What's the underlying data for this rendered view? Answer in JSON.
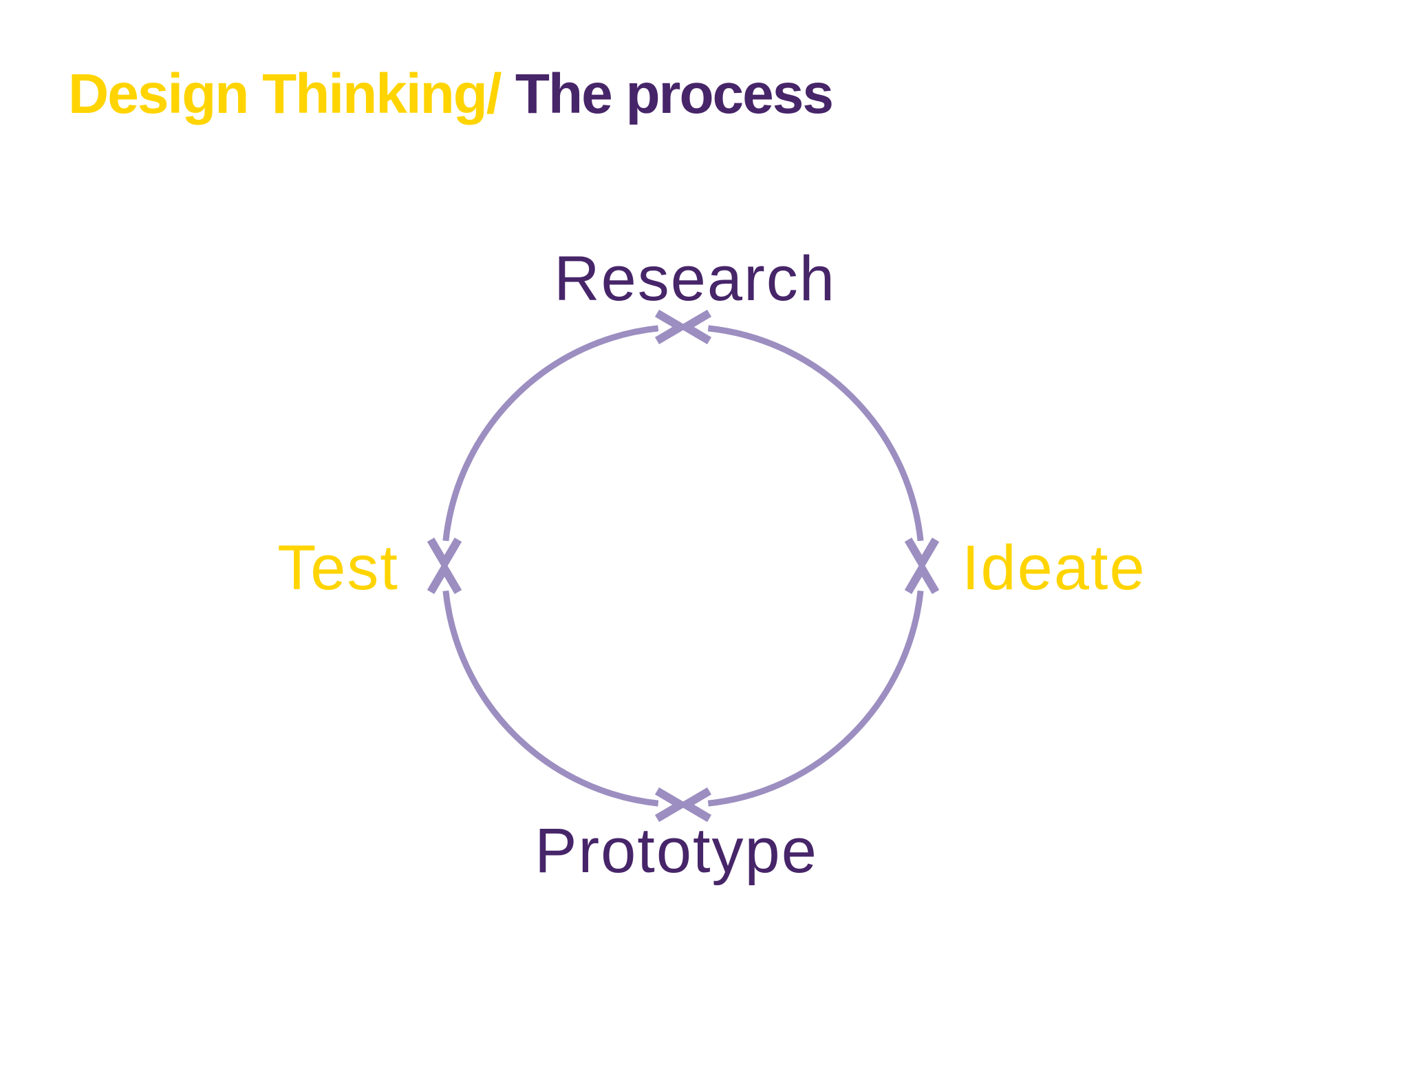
{
  "title": {
    "prefix": "Design Thinking/",
    "suffix": "The process"
  },
  "colors": {
    "accent_yellow": "#FFD400",
    "accent_purple_dark": "#472569",
    "circle_lavender": "#9C8EC0",
    "background": "#FFFFFF"
  },
  "diagram": {
    "name": "Design Thinking process cycle",
    "stages": [
      {
        "id": "research",
        "label": "Research",
        "position": "top",
        "color": "#472569"
      },
      {
        "id": "ideate",
        "label": "Ideate",
        "position": "right",
        "color": "#FFD400"
      },
      {
        "id": "prototype",
        "label": "Prototype",
        "position": "bottom",
        "color": "#472569"
      },
      {
        "id": "test",
        "label": "Test",
        "position": "left",
        "color": "#472569"
      }
    ],
    "connectors": [
      {
        "between": [
          "Research",
          "Ideate"
        ],
        "type": "bidirectional-arc"
      },
      {
        "between": [
          "Ideate",
          "Prototype"
        ],
        "type": "bidirectional-arc"
      },
      {
        "between": [
          "Prototype",
          "Test"
        ],
        "type": "bidirectional-arc"
      },
      {
        "between": [
          "Test",
          "Research"
        ],
        "type": "bidirectional-arc"
      }
    ]
  }
}
